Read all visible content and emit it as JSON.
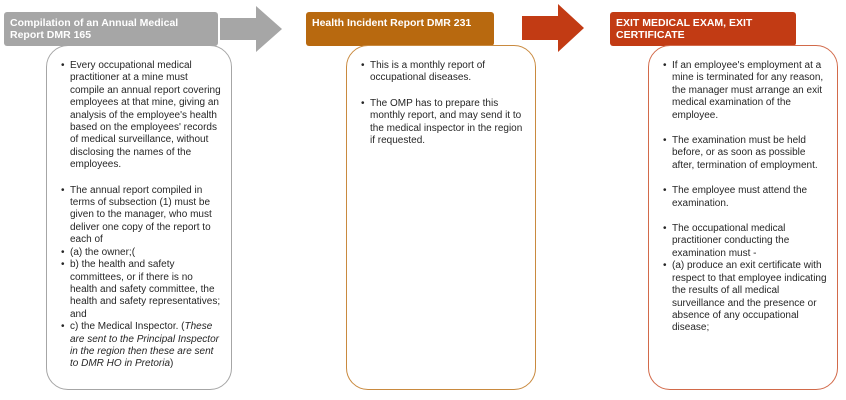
{
  "col1": {
    "header": "Compilation of an Annual Medical Report DMR 165",
    "header_color": "#a6a6a6",
    "border_color": "#a6a6a6",
    "item1": "Every occupational medical practitioner at a mine must compile an annual report covering employees at that mine, giving an analysis of the employee's health based on the employees' records of medical surveillance, without disclosing the names of the employees.",
    "item2": "The annual report compiled in terms of subsection (1) must be given to the manager, who must deliver one copy of the report to each of",
    "item3": "(a) the owner;(",
    "item4": "b) the health and safety committees, or if there is no health and safety committee, the health and safety representatives; and",
    "item5_main": "c) the Medical Inspector. (",
    "item5_italic": "These are sent to the Principal Inspector in the region then these are sent to DMR HO in Pretoria",
    "item5_close": ")"
  },
  "col2": {
    "header": "Health Incident Report DMR 231",
    "header_color": "#b8690f",
    "border_color": "#c98a3f",
    "item1": "This is a monthly report of occupational diseases.",
    "item2": "The OMP has to prepare this monthly report, and may send it to the medical inspector in the region if requested."
  },
  "col3": {
    "header": "EXIT MEDICAL EXAM, EXIT CERTIFICATE",
    "header_color": "#c23b14",
    "border_color": "#d26a4a",
    "item1": "If an employee's employment at a mine is terminated for any reason, the manager must arrange an exit medical examination of the employee.",
    "item2": "The examination must be held before, or as soon as possible after, termination of employment.",
    "item3": "The employee must attend the examination.",
    "item4": "The occupational medical practitioner conducting the examination must -",
    "item5": "(a) produce an exit certificate with respect to that employee indicating the results of all medical surveillance and the presence or absence of any occupational disease;"
  },
  "arrows": {
    "arrow1_color": "#a6a6a6",
    "arrow2_color": "#c23b14"
  }
}
